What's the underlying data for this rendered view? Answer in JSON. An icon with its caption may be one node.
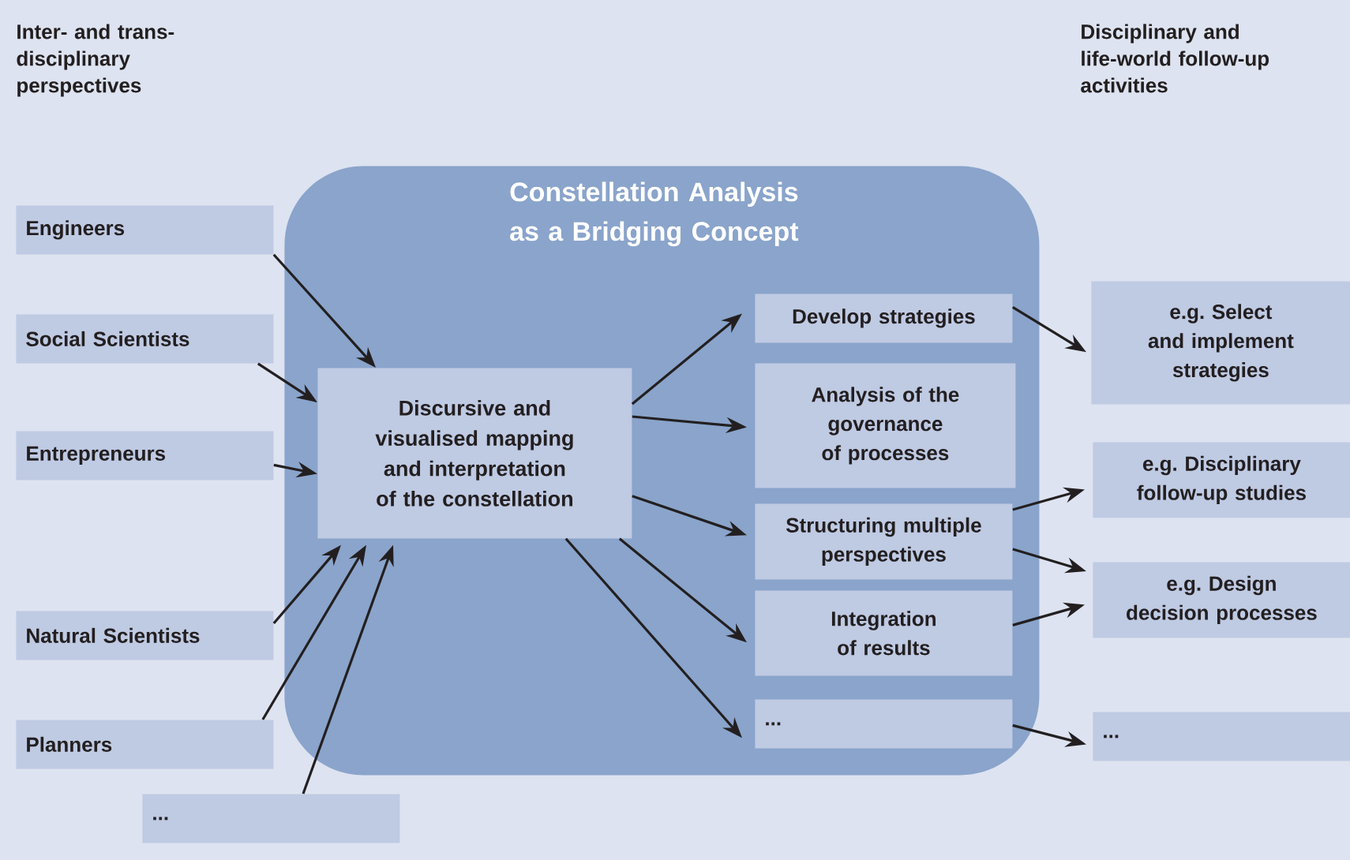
{
  "diagram": {
    "nodes": [
      {
        "text": [
          "Constellation Analysis as a Bridging Concept"
        ]
      },
      {
        "text": [
          "Engineers"
        ]
      },
      {
        "text": [
          "Social Scientists"
        ]
      },
      {
        "text": [
          "Entrepreneurs"
        ]
      },
      {
        "text": [
          "Natural Scientists"
        ]
      },
      {
        "text": [
          "Planners"
        ]
      },
      {
        "text": [
          "..."
        ]
      },
      {
        "text": [
          "Discursive and visualised mapping and interpretation of the constellation"
        ],
        "in": 0
      },
      {
        "text": [
          "Develop strategies"
        ],
        "in": 0
      },
      {
        "text": [
          "Analysis of the governance of processes"
        ],
        "in": 0
      },
      {
        "text": [
          "Structuring multiple perspectives"
        ],
        "in": 0
      },
      {
        "text": [
          "Integration of results"
        ],
        "in": 0
      },
      {
        "text": [
          "..."
        ],
        "in": 0
      },
      {
        "text": [
          "e.g. Select and implement strategies"
        ]
      },
      {
        "text": [
          "e.g. Disciplinary follow-up studies"
        ]
      },
      {
        "text": [
          "e.g. Design decision processes"
        ]
      },
      {
        "text": [
          "..."
        ]
      }
    ],
    "edges": [
      {
        "from": 1,
        "to": 7,
        "arrow": "to"
      },
      {
        "from": 2,
        "to": 7,
        "arrow": "to"
      },
      {
        "from": 3,
        "to": 7,
        "arrow": "to"
      },
      {
        "from": 4,
        "to": 7,
        "arrow": "to"
      },
      {
        "from": 5,
        "to": 7,
        "arrow": "to"
      },
      {
        "from": 6,
        "to": 7,
        "arrow": "to"
      },
      {
        "from": 7,
        "to": 8,
        "arrow": "to"
      },
      {
        "from": 7,
        "to": 9,
        "arrow": "to"
      },
      {
        "from": 7,
        "to": 10,
        "arrow": "to"
      },
      {
        "from": 7,
        "to": 11,
        "arrow": "to"
      },
      {
        "from": 7,
        "to": 12,
        "arrow": "to"
      },
      {
        "from": 8,
        "to": 13,
        "arrow": "to"
      },
      {
        "from": 10,
        "to": 14,
        "arrow": "to"
      },
      {
        "from": 10,
        "to": 15,
        "arrow": "to"
      },
      {
        "from": 11,
        "to": 15,
        "arrow": "to"
      },
      {
        "from": 12,
        "to": 16,
        "arrow": "to"
      }
    ],
    "labels": [
      "Inter- and trans-disciplinary perspectives",
      "Disciplinary and life-world follow-up activities"
    ]
  }
}
